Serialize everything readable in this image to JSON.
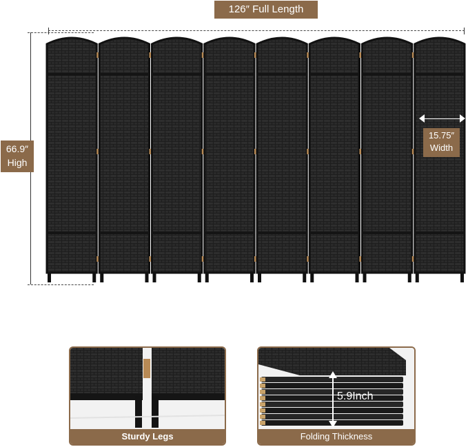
{
  "dimensions": {
    "length_label": "126″  Full Length",
    "height_value": "66.9″",
    "height_word": "High",
    "width_value": "15.75″",
    "width_word": "Width"
  },
  "details": [
    {
      "caption": "Sturdy Legs"
    },
    {
      "caption": "Folding Thickness",
      "measure": "5.9Inch"
    }
  ],
  "colors": {
    "accent": "#8b6a4a",
    "panel": "#1e1e1e",
    "weave": "#2c2c2c"
  },
  "product": {
    "panel_count": 8,
    "icon": "room-divider-icon"
  }
}
